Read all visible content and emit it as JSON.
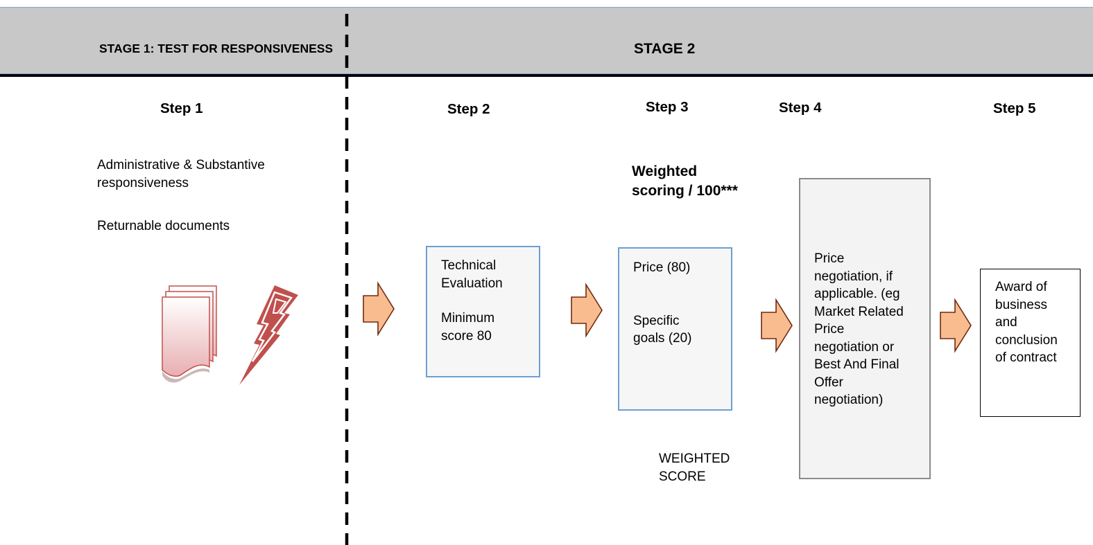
{
  "header": {
    "stage1_title": "STAGE 1:  TEST FOR RESPONSIVENESS",
    "stage2_title": "STAGE 2"
  },
  "steps": {
    "step1": "Step 1",
    "step2": "Step 2",
    "step3": "Step 3",
    "step4": "Step 4",
    "step5": "Step 5"
  },
  "step1_content": {
    "line1": "Administrative & Substantive",
    "line2": "responsiveness",
    "returnable": "Returnable documents"
  },
  "step2_box": {
    "line1": "Technical",
    "line2": "Evaluation",
    "line3": "Minimum",
    "line4": "score 80"
  },
  "step3": {
    "heading_line1": "Weighted",
    "heading_line2": "scoring / 100***",
    "box_line1": "Price (80)",
    "box_line2": "Specific",
    "box_line3": "goals  (20)",
    "caption_line1": "WEIGHTED",
    "caption_line2": "SCORE"
  },
  "step4_box": {
    "lines": [
      "Price",
      "negotiation, if",
      "applicable. (eg",
      "Market Related",
      "Price",
      "negotiation or",
      "Best And Final",
      "Offer",
      "negotiation)"
    ]
  },
  "step5_box": {
    "lines": [
      "Award of",
      "business",
      "and",
      "conclusion",
      "of contract"
    ]
  },
  "icons": [
    "documents-icon",
    "lightning-icon",
    "arrow-right-icon"
  ],
  "colors": {
    "header_band": "#c8c8c8",
    "arrow_fill": "#f9bc8f",
    "box_blue_border": "#6b9fd3",
    "box_gray_border": "#8a8a8a",
    "icon_red": "#c0504d"
  }
}
